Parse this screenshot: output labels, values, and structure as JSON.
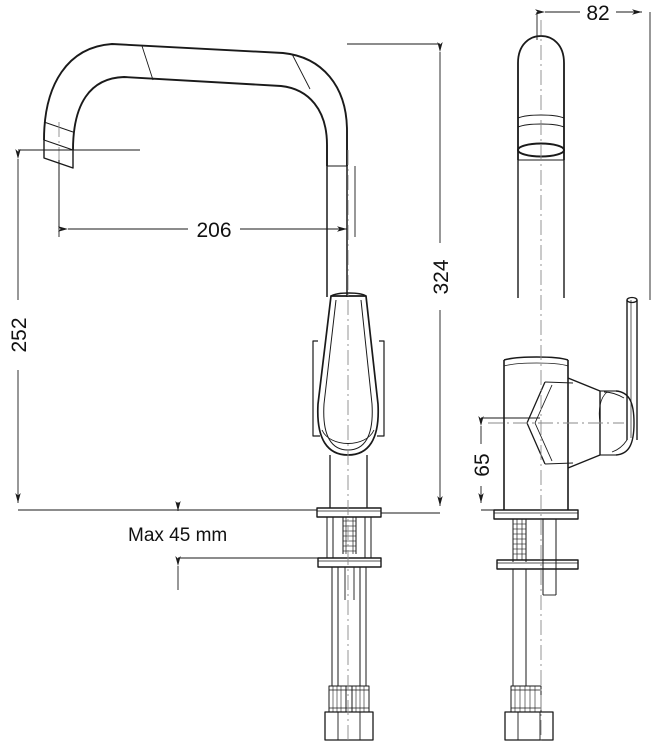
{
  "drawing": {
    "type": "technical-dimensional-drawing",
    "subject": "kitchen mixer tap / faucet",
    "units": "mm",
    "background_color": "#ffffff",
    "line_color": "#1a1a1a",
    "views": [
      {
        "name": "front-view",
        "position": "left"
      },
      {
        "name": "side-view",
        "position": "right"
      }
    ]
  },
  "dimensions": {
    "spout_reach": "206",
    "spout_height": "252",
    "overall_height": "324",
    "side_width": "82",
    "handle_height": "65",
    "max_thickness": "Max 45 mm"
  },
  "labels": {
    "d206": "206",
    "d252": "252",
    "d324": "324",
    "d82": "82",
    "d65": "65",
    "dmax": "Max 45 mm"
  }
}
